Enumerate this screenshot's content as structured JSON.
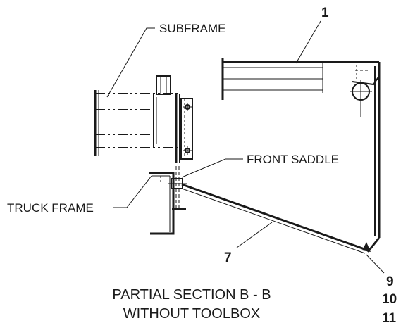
{
  "labels": {
    "subframe": "SUBFRAME",
    "front_saddle": "FRONT SADDLE",
    "truck_frame": "TRUCK FRAME"
  },
  "callouts": {
    "c1": "1",
    "c7": "7",
    "c9": "9",
    "c10": "10",
    "c11": "11"
  },
  "caption": {
    "line1": "PARTIAL SECTION B - B",
    "line2": "WITHOUT TOOLBOX"
  }
}
